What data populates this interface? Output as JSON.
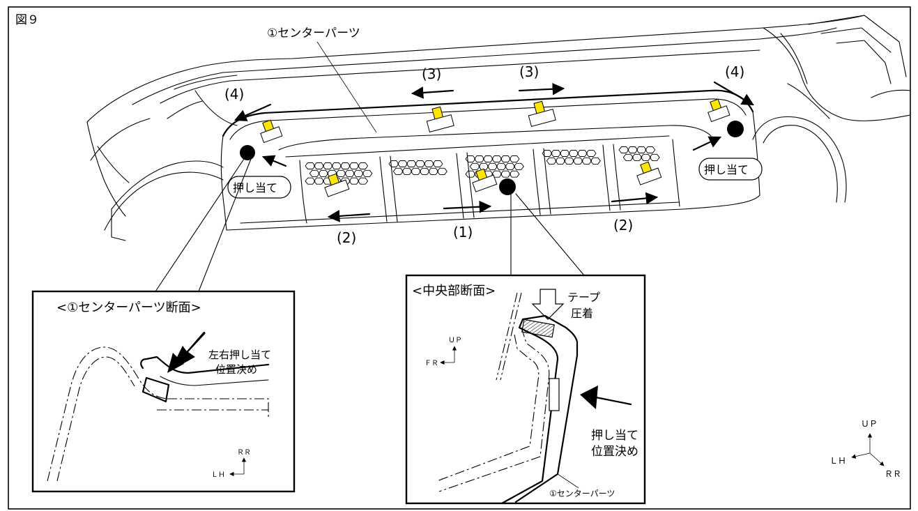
{
  "figure_label": "図９",
  "part_label": "①センターパーツ",
  "step_labels": {
    "step1": "(1)",
    "step2_left": "(2)",
    "step2_right": "(2)",
    "step3_left": "(3)",
    "step3_right": "(3)",
    "step4_left": "(4)",
    "step4_right": "(4)"
  },
  "press_label_left": "押し当て",
  "press_label_right": "押し当て",
  "detail_left": {
    "title": "<①センターパーツ断面>",
    "note_line1": "左右押し当て",
    "note_line2": "位置決め",
    "axis_up": "ＲＲ",
    "axis_left": "ＬＨ"
  },
  "detail_center": {
    "title": "<中央部断面>",
    "tape_line1": "テープ",
    "tape_line2": "圧着",
    "press_line1": "押し当て",
    "press_line2": "位置決め",
    "axis_up": "ＵＰ",
    "axis_left": "ＦＲ",
    "part_label": "①センターパーツ"
  },
  "orientation": {
    "up": "ＵＰ",
    "left": "ＬＨ",
    "rear": "ＲＲ"
  },
  "colors": {
    "line": "#000000",
    "tape": "#ffe600",
    "background": "#ffffff"
  }
}
